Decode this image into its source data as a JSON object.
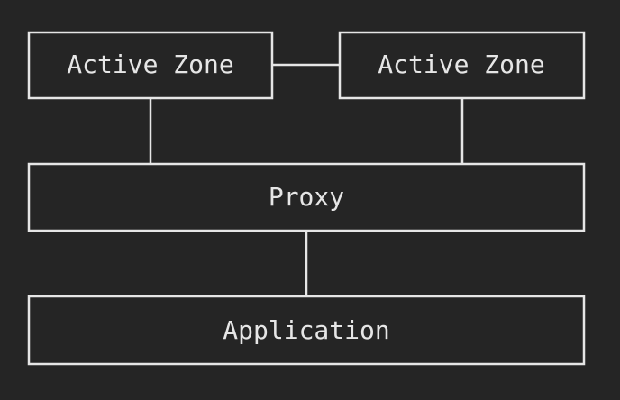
{
  "diagram": {
    "background": "#252525",
    "stroke_color": "#e6e6e6",
    "nodes": {
      "zone_left": {
        "label": "Active Zone"
      },
      "zone_right": {
        "label": "Active Zone"
      },
      "proxy": {
        "label": "Proxy"
      },
      "application": {
        "label": "Application"
      }
    },
    "edges": [
      {
        "from": "zone_left",
        "to": "zone_right"
      },
      {
        "from": "zone_left",
        "to": "proxy"
      },
      {
        "from": "zone_right",
        "to": "proxy"
      },
      {
        "from": "proxy",
        "to": "application"
      }
    ]
  }
}
